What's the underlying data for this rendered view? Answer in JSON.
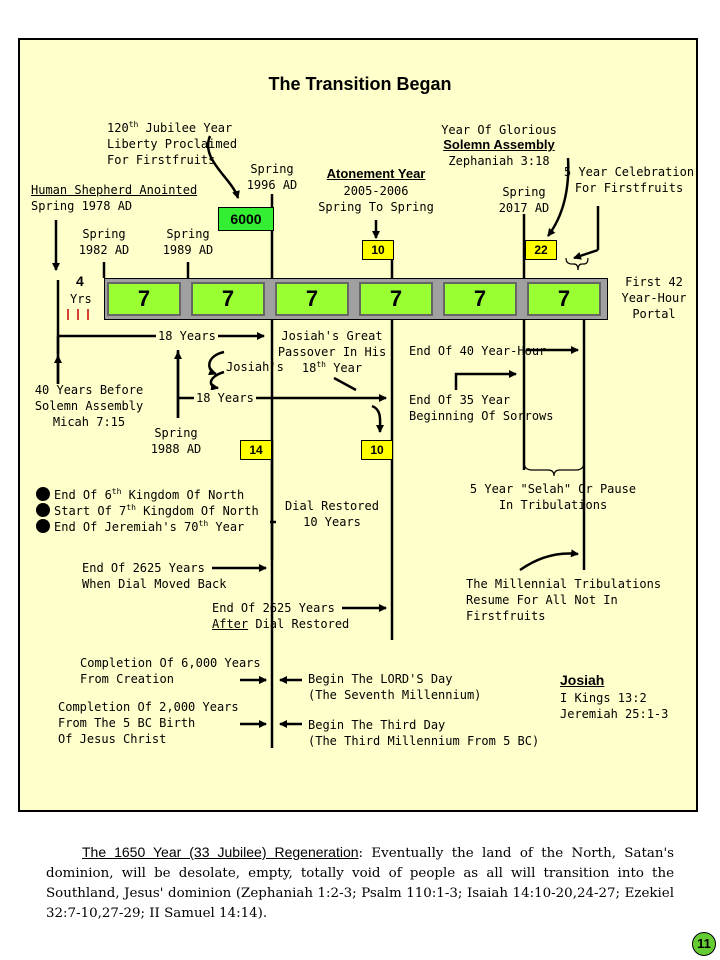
{
  "title": "The Transition Began",
  "labels": {
    "jubilee120_l1": "120",
    "jubilee120_sup": "th",
    "jubilee120_l1b": " Jubilee Year",
    "jubilee120_l2": "Liberty Proclaimed",
    "jubilee120_l3": "For Firstfruits",
    "shepherd_l1": "Human Shepherd Anointed",
    "shepherd_l2": "Spring 1978 AD",
    "spring1982_l1": "Spring",
    "spring1982_l2": "1982 AD",
    "spring1989_l1": "Spring",
    "spring1989_l2": "1989 AD",
    "spring1996_l1": "Spring",
    "spring1996_l2": "1996 AD",
    "atonement_l1": "Atonement Year",
    "atonement_l2": "2005-2006",
    "atonement_l3": "Spring To Spring",
    "glorious_l1": "Year Of Glorious",
    "glorious_l2": "Solemn Assembly",
    "glorious_l3": "Zephaniah 3:18",
    "spring2017_l1": "Spring",
    "spring2017_l2": "2017 AD",
    "celebration_l1": "5 Year Celebration",
    "celebration_l2": "For Firstfruits",
    "four": "4",
    "yrs": "Yrs",
    "portal_l1": "First 42",
    "portal_l2": "Year-Hour",
    "portal_l3": "Portal",
    "eighteen_a": "18 Years",
    "josiahs": "Josiah's",
    "eighteen_b": "18 Years",
    "great_l1": "Josiah's Great",
    "great_l2": "Passover In His",
    "great_l3a": "18",
    "great_l3sup": "th",
    "great_l3b": " Year",
    "end40": "End Of 40 Year-Hour",
    "end35_l1": "End Of 35 Year",
    "end35_l2": "Beginning Of Sorrows",
    "before40_l1": "40 Years Before",
    "before40_l2": "Solemn Assembly",
    "before40_l3": "Micah 7:15",
    "spring1988_l1": "Spring",
    "spring1988_l2": "1988 AD",
    "selah_l1": "5 Year \"Selah\" Or Pause",
    "selah_l2": "In Tribulations",
    "k6_a": "End Of 6",
    "k6_sup": "th",
    "k6_b": " Kingdom Of North",
    "k7_a": "Start Of 7",
    "k7_sup": "th",
    "k7_b": " Kingdom Of North",
    "jer_a": "End Of Jeremiah's 70",
    "jer_sup": "th",
    "jer_b": " Year",
    "dial_l1": "Dial Restored",
    "dial_l2": "10 Years",
    "end2625a_l1": "End Of 2625 Years",
    "end2625a_l2": "When Dial Moved Back",
    "millennial_l1": "The Millennial Tribulations",
    "millennial_l2": "Resume For All Not In",
    "millennial_l3": "Firstfruits",
    "end2625b_l1": "End Of 2625 Years",
    "end2625b_l2a": "After",
    "end2625b_l2b": " Dial Restored",
    "comp6000_l1": "Completion Of 6,000 Years",
    "comp6000_l2": "From Creation",
    "lordsday_l1": "Begin The LORD'S Day",
    "lordsday_l2": "(The Seventh Millennium)",
    "josiah_title": "Josiah",
    "josiah_l1": "I Kings 13:2",
    "josiah_l2": "Jeremiah 25:1-3",
    "comp2000_l1": "Completion Of 2,000 Years",
    "comp2000_l2": "From The 5 BC Birth",
    "comp2000_l3": "Of Jesus Christ",
    "thirdday_l1": "Begin The Third Day",
    "thirdday_l2": "(The Third Millennium From 5 BC)"
  },
  "badges": {
    "b6000": "6000",
    "b10_top": "10",
    "b22": "22",
    "b14": "14",
    "b10_mid": "10"
  },
  "sevens": [
    "7",
    "7",
    "7",
    "7",
    "7",
    "7"
  ],
  "paragraph": {
    "lead": "The 1650 Year (33 Jubilee) Regeneration",
    "colon": ":",
    "body": " Eventually the land of the North, Satan's dominion, will be desolate, empty, totally void of people as all will transition into the Southland, Jesus' dominion (Zephaniah 1:2-3; Psalm 110:1-3; Isaiah 14:10-20,24-27; Ezekiel 32:7-10,27-29; II Samuel 14:14)."
  },
  "page_number": "11",
  "colors": {
    "panel": "#ffffcc",
    "seven_box": "#99ff33",
    "badge": "#ffff00",
    "b6000": "#33ee33",
    "tick_red": "#cc0000"
  }
}
